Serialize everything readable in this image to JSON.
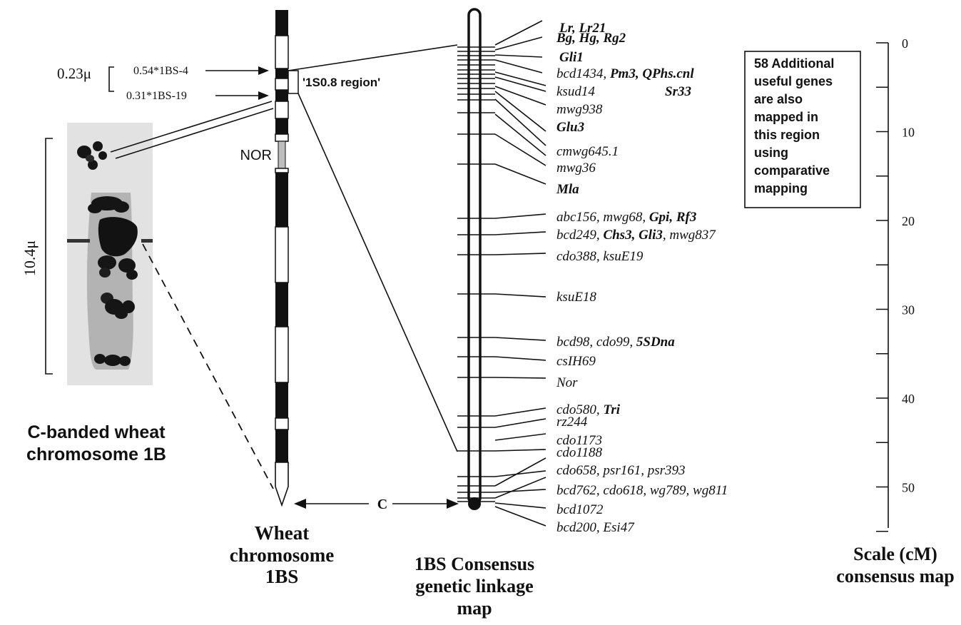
{
  "photo": {
    "size_label": "10.4μ",
    "title_line1": "C-banded wheat",
    "title_line2": "chromosome 1B"
  },
  "deletion_lines": {
    "span_label": "0.23μ",
    "upper": "0.54*1BS-4",
    "lower": "0.31*1BS-19"
  },
  "chromosome": {
    "nor_label": "NOR",
    "region_label": "'1S0.8 region'",
    "title_line1": "Wheat",
    "title_line2": "chromosome",
    "title_line3": "1BS"
  },
  "centromere_label": "C",
  "linkage_map": {
    "title_line1": "1BS Consensus",
    "title_line2": "genetic linkage",
    "title_line3": "map",
    "loci": [
      {
        "parts": [
          [
            "Lr, Lr21",
            true
          ]
        ]
      },
      {
        "parts": [
          [
            "Bg, Hg, Rg2",
            true
          ]
        ]
      },
      {
        "parts": [
          [
            "Gli1",
            true
          ]
        ]
      },
      {
        "parts": [
          [
            "bcd1434, ",
            false
          ],
          [
            "Pm3, QPhs.cnl",
            true
          ]
        ]
      },
      {
        "parts": [
          [
            "Sr33",
            true
          ]
        ]
      },
      {
        "parts": [
          [
            "ksud14",
            false
          ]
        ]
      },
      {
        "parts": [
          [
            "mwg938",
            false
          ]
        ]
      },
      {
        "parts": [
          [
            "Glu3",
            true
          ]
        ]
      },
      {
        "parts": [
          [
            "cmwg645.1",
            false
          ]
        ]
      },
      {
        "parts": [
          [
            "mwg36",
            false
          ]
        ]
      },
      {
        "parts": [
          [
            "Mla",
            true
          ]
        ]
      },
      {
        "parts": [
          [
            "abc156, mwg68, ",
            false
          ],
          [
            "Gpi, Rf3",
            true
          ]
        ]
      },
      {
        "parts": [
          [
            "bcd249, ",
            false
          ],
          [
            "Chs3, Gli3",
            true
          ],
          [
            ", mwg837",
            false
          ]
        ]
      },
      {
        "parts": [
          [
            "cdo388, ksuE19",
            false
          ]
        ]
      },
      {
        "parts": [
          [
            "ksuE18",
            false
          ]
        ]
      },
      {
        "parts": [
          [
            "bcd98, cdo99, ",
            false
          ],
          [
            "5SDna",
            true
          ]
        ]
      },
      {
        "parts": [
          [
            "csIH69",
            false
          ]
        ]
      },
      {
        "parts": [
          [
            "Nor",
            false
          ]
        ]
      },
      {
        "parts": [
          [
            "cdo580, ",
            false
          ],
          [
            "Tri",
            true
          ]
        ]
      },
      {
        "parts": [
          [
            "rz244",
            false
          ]
        ]
      },
      {
        "parts": [
          [
            "cdo1173",
            false
          ]
        ]
      },
      {
        "parts": [
          [
            "cdo1188",
            false
          ]
        ]
      },
      {
        "parts": [
          [
            "cdo658, psr161, psr393",
            false
          ]
        ]
      },
      {
        "parts": [
          [
            "bcd762, cdo618, wg789, wg811",
            false
          ]
        ]
      },
      {
        "parts": [
          [
            "bcd1072",
            false
          ]
        ]
      },
      {
        "parts": [
          [
            "bcd200, Esi47",
            false
          ]
        ]
      }
    ]
  },
  "note_box": {
    "lines": [
      "58 Additional",
      "useful genes",
      "are also",
      "mapped in",
      "this region",
      "using",
      "comparative",
      "mapping"
    ]
  },
  "scale": {
    "title_line1": "Scale (cM)",
    "title_line2": "consensus map",
    "ticks": [
      "0",
      "10",
      "20",
      "30",
      "40",
      "50"
    ]
  }
}
